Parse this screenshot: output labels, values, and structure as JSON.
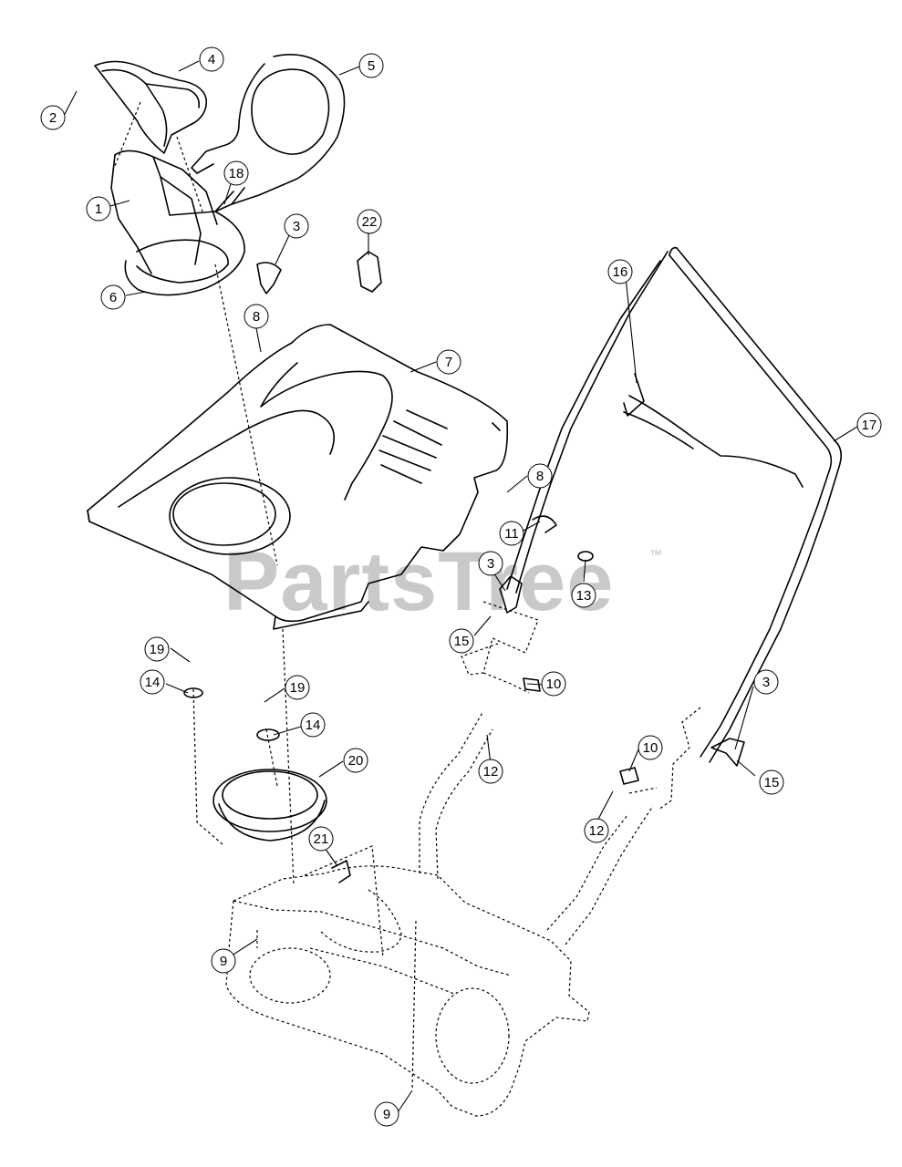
{
  "watermark": {
    "text": "PartsTree",
    "tm": "™"
  },
  "callouts": [
    {
      "num": "1"
    },
    {
      "num": "2"
    },
    {
      "num": "3"
    },
    {
      "num": "3"
    },
    {
      "num": "3"
    },
    {
      "num": "4"
    },
    {
      "num": "5"
    },
    {
      "num": "6"
    },
    {
      "num": "7"
    },
    {
      "num": "8"
    },
    {
      "num": "8"
    },
    {
      "num": "9"
    },
    {
      "num": "9"
    },
    {
      "num": "10"
    },
    {
      "num": "10"
    },
    {
      "num": "11"
    },
    {
      "num": "12"
    },
    {
      "num": "12"
    },
    {
      "num": "13"
    },
    {
      "num": "14"
    },
    {
      "num": "14"
    },
    {
      "num": "15"
    },
    {
      "num": "15"
    },
    {
      "num": "16"
    },
    {
      "num": "17"
    },
    {
      "num": "18"
    },
    {
      "num": "19"
    },
    {
      "num": "19"
    },
    {
      "num": "20"
    },
    {
      "num": "21"
    },
    {
      "num": "22"
    }
  ]
}
